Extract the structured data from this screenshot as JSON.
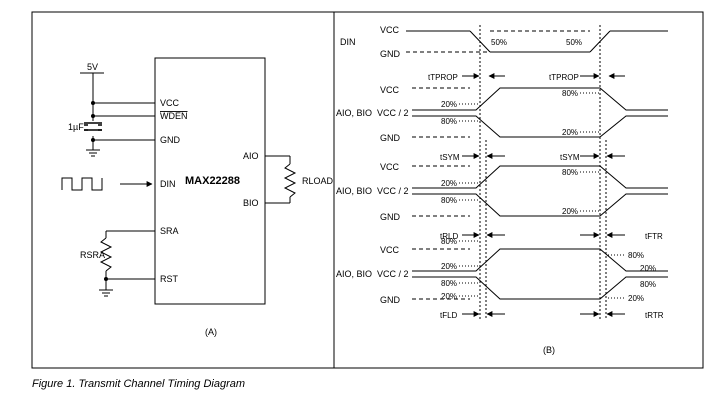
{
  "caption": "Figure 1. Transmit Channel Timing Diagram",
  "panel_a": {
    "label": "(A)",
    "chip_name": "MAX22288",
    "supply": "5V",
    "cap": "1µF",
    "pins_left": [
      "VCC",
      "WDEN",
      "GND",
      "DIN",
      "SRA",
      "RST"
    ],
    "pins_right": [
      "AIO",
      "BIO"
    ],
    "rsra": "RSRA",
    "rload": "RLOAD"
  },
  "panel_b": {
    "label": "(B)",
    "din": {
      "signal": "DIN",
      "vcc": "VCC",
      "gnd": "GND",
      "pct": "50%"
    },
    "tprop": "tTPROP",
    "tsym": "tSYM",
    "trld": "tRLD",
    "tftr": "tFTR",
    "tfld": "tFLD",
    "trtr": "tRTR",
    "aio_bio": "AIO, BIO",
    "vcc": "VCC",
    "vcc2": "VCC / 2",
    "gnd": "GND",
    "p20": "20%",
    "p80": "80%"
  }
}
